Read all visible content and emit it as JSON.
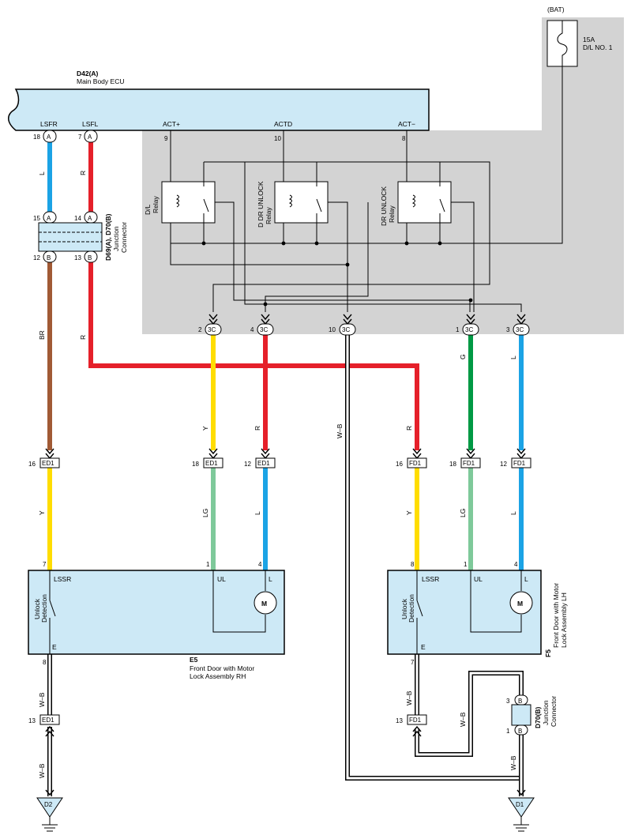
{
  "fuse": {
    "source": "(BAT)",
    "rating": "15A",
    "name": "D/L NO. 1"
  },
  "ecu": {
    "code": "D42(A)",
    "name": "Main Body ECU",
    "pins": [
      "LSFR",
      "LSFL",
      "ACT+",
      "ACTD",
      "ACT−"
    ],
    "pin_nums": [
      "18",
      "7",
      "9",
      "10",
      "8"
    ]
  },
  "relays": [
    {
      "line1": "D/L",
      "line2": "Relay"
    },
    {
      "line1": "D DR UNLOCK",
      "line2": "Relay"
    },
    {
      "line1": "DR UNLOCK",
      "line2": "Relay"
    }
  ],
  "junction": {
    "code": "D69(A), D70(B)",
    "line1": "Junction",
    "line2": "Connector",
    "pins": [
      "15",
      "14",
      "12",
      "13"
    ]
  },
  "connA": "A",
  "connB": "B",
  "c3c": {
    "code": "3C",
    "pins": [
      "2",
      "4",
      "10",
      "1",
      "3"
    ]
  },
  "ed1": {
    "code": "ED1",
    "pins": [
      "16",
      "18",
      "12",
      "13"
    ]
  },
  "fd1": {
    "code": "FD1",
    "pins": [
      "16",
      "18",
      "12",
      "13"
    ]
  },
  "wires": {
    "L": "L",
    "R": "R",
    "BR": "BR",
    "Y": "Y",
    "G": "G",
    "LG": "LG",
    "WB": "W–B"
  },
  "door_rh": {
    "code": "E5",
    "line1": "Front Door with Motor",
    "line2": "Lock Assembly RH",
    "pins": [
      "7",
      "1",
      "4",
      "8"
    ],
    "terms": [
      "LSSR",
      "UL",
      "L",
      "E"
    ],
    "detect1": "Unlock",
    "detect2": "Detection"
  },
  "door_lh": {
    "code": "F5",
    "line1": "Front Door with Motor",
    "line2": "Lock Assembly LH",
    "pins": [
      "8",
      "1",
      "4",
      "7"
    ],
    "terms": [
      "LSSR",
      "UL",
      "L",
      "E"
    ],
    "detect1": "Unlock",
    "detect2": "Detection"
  },
  "motor": "M",
  "d70": {
    "code": "D70(B)",
    "line1": "Junction",
    "line2": "Connector",
    "pins": [
      "3",
      "1"
    ],
    "letter": "B"
  },
  "grounds": [
    "D2",
    "D1"
  ],
  "colors": {
    "ecu_fill": "#cde9f6",
    "gray_area": "#d3d3d3",
    "L": "#1ba3e5",
    "R": "#e5202a",
    "Y": "#ffdd00",
    "BR": "#a15a35",
    "G": "#009944",
    "LG": "#7ec99a"
  }
}
